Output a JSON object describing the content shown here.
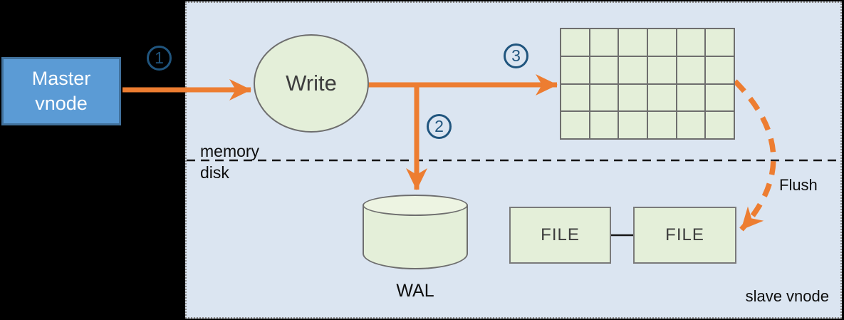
{
  "master_vnode": {
    "label": "Master\nvnode"
  },
  "write_node": {
    "label": "Write"
  },
  "steps": [
    {
      "number": "1"
    },
    {
      "number": "2"
    },
    {
      "number": "3"
    }
  ],
  "memtable": {
    "rows": 4,
    "cols": 6
  },
  "wal": {
    "label": "WAL"
  },
  "file_boxes": [
    {
      "label": "FILE"
    },
    {
      "label": "FILE"
    }
  ],
  "labels": {
    "memory": "memory",
    "disk": "disk",
    "flush": "Flush",
    "slave_vnode": "slave vnode"
  },
  "colors": {
    "arrow_orange": "#ED7D31",
    "step_badge_blue": "#20557E",
    "master_fill": "#5B9BD5",
    "master_border": "#41719C",
    "node_green_fill": "#E4EFD9",
    "node_border_gray": "#6E6E6E",
    "panel_fill": "#DBE5F1"
  }
}
